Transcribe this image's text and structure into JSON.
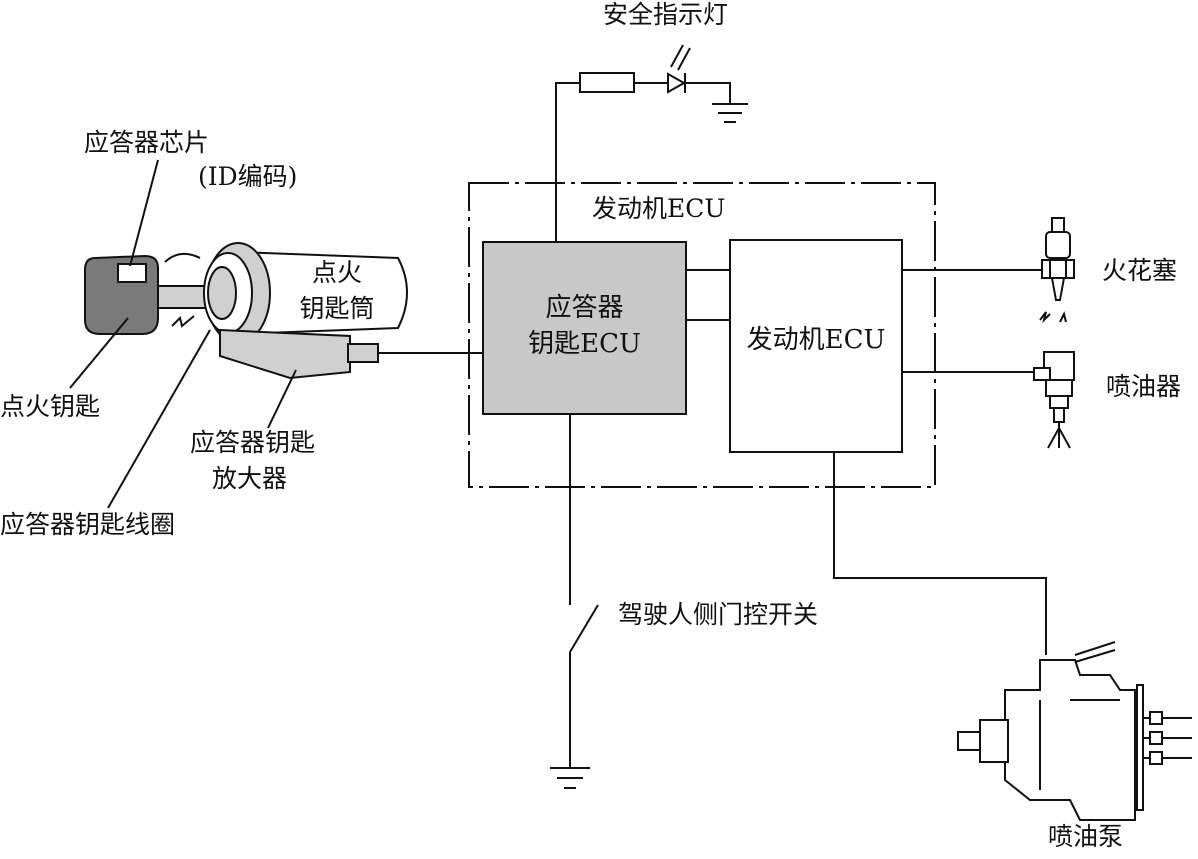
{
  "labels": {
    "safety_lamp": "安全指示灯",
    "transponder_chip": "应答器芯片",
    "id_code": "(ID编码)",
    "engine_ecu_outer": "发动机ECU",
    "ignition_cylinder_line1": "点火",
    "ignition_cylinder_line2": "钥匙筒",
    "ignition_key": "点火钥匙",
    "amplifier_line1": "应答器钥匙",
    "amplifier_line2": "放大器",
    "key_coil": "应答器钥匙线圈",
    "transponder_ecu_line1": "应答器",
    "transponder_ecu_line2": "钥匙ECU",
    "engine_ecu_inner": "发动机ECU",
    "spark_plug": "火花塞",
    "injector": "喷油器",
    "door_switch": "驾驶人侧门控开关",
    "injection_pump": "喷油泵"
  },
  "colors": {
    "line": "#111111",
    "ecu_fill": "#c8c8c8",
    "key_fill": "#7a7a7a",
    "part_fill": "#d0d0d0",
    "background": "#ffffff"
  }
}
